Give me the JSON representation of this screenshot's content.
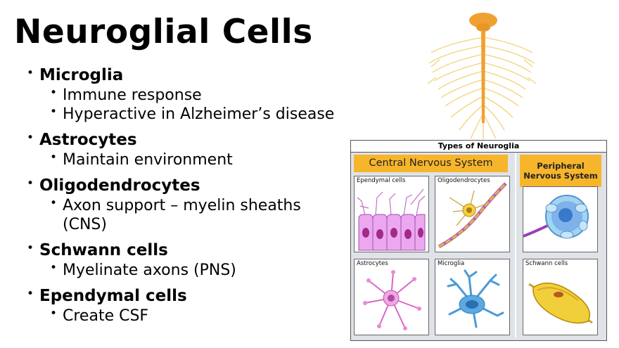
{
  "slide": {
    "title": "Neuroglial Cells",
    "bullets": [
      {
        "label": "Microglia",
        "subs": [
          "Immune response",
          "Hyperactive in Alzheimer’s disease"
        ]
      },
      {
        "label": "Astrocytes",
        "subs": [
          "Maintain environment"
        ]
      },
      {
        "label": "Oligodendrocytes",
        "subs": [
          "Axon support – myelin sheaths (CNS)"
        ]
      },
      {
        "label": "Schwann cells",
        "subs": [
          "Myelinate axons (PNS)"
        ]
      },
      {
        "label": "Ependymal cells",
        "subs": [
          "Create CSF"
        ]
      }
    ]
  },
  "figure": {
    "title": "Types of Neuroglia",
    "cns_label": "Central Nervous System",
    "pns_label": "Peripheral Nervous System",
    "cells": {
      "ependymal": "Ependymal cells",
      "oligodendrocytes": "Oligodendrocytes",
      "satellite": "",
      "astrocytes": "Astrocytes",
      "microglia": "Microglia",
      "schwann": "Schwann cells"
    }
  },
  "colors": {
    "header_orange": "#f7b52c",
    "spinal_cord": "#f0a030",
    "nerves": "#f3d27a"
  }
}
